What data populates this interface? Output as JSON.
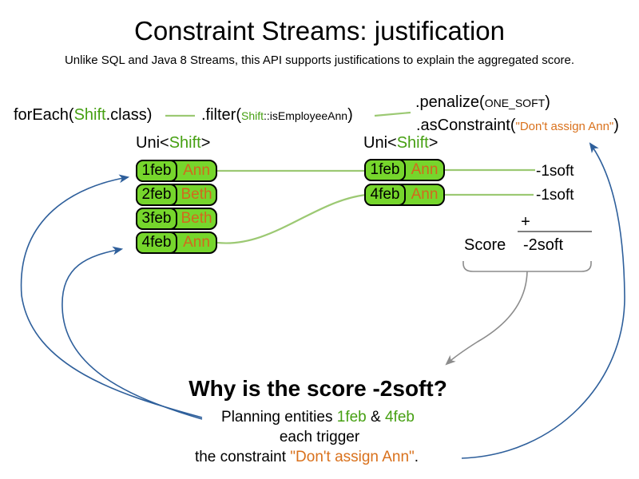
{
  "colors": {
    "green_text": "#46a012",
    "green_fill": "#76d62c",
    "green_line": "#9cc973",
    "orange_name": "#d2691e",
    "orange_string": "#d9711c",
    "blue_arrow": "#2e5f9b",
    "gray_arrow": "#8c8c8c",
    "gray_line": "#7f7f7f"
  },
  "header": {
    "title": "Constraint Streams: justification",
    "subtitle": "Unlike SQL and Java 8 Streams, this API supports justifications to explain the aggregated score."
  },
  "code": {
    "foreach": {
      "pre": "forEach(",
      "class_name": "Shift",
      "post": ".class)"
    },
    "filter": {
      "pre": ".filter(",
      "arg_class": "Shift",
      "arg_rest": "::isEmployeeAnn",
      "post": ")"
    },
    "penalize": {
      "pre": ".penalize(",
      "arg": "ONE_SOFT",
      "post": ")"
    },
    "as_constraint": {
      "pre": ".asConstraint(",
      "arg": "\"Don't assign Ann\"",
      "post": ")"
    }
  },
  "streams": {
    "left": {
      "type_pre": "Uni<",
      "type_name": "Shift",
      "type_post": ">",
      "rows": [
        {
          "date": "1feb",
          "employee": "Ann"
        },
        {
          "date": "2feb",
          "employee": "Beth"
        },
        {
          "date": "3feb",
          "employee": "Beth"
        },
        {
          "date": "4feb",
          "employee": "Ann"
        }
      ]
    },
    "right": {
      "type_pre": "Uni<",
      "type_name": "Shift",
      "type_post": ">",
      "rows": [
        {
          "date": "1feb",
          "employee": "Ann"
        },
        {
          "date": "4feb",
          "employee": "Ann"
        }
      ]
    }
  },
  "score_panel": {
    "penalties": [
      "-1soft",
      "-1soft"
    ],
    "plus": "+",
    "score_label": "Score",
    "total": "-2soft"
  },
  "explanation": {
    "heading": "Why is the score -2soft?",
    "line1_pre": "Planning entities ",
    "line1_e1": "1feb",
    "line1_amp": " & ",
    "line1_e2": "4feb",
    "line2": "each trigger",
    "line3_pre": "the constraint ",
    "line3_quote": "\"Don't assign Ann\"",
    "line3_post": "."
  }
}
